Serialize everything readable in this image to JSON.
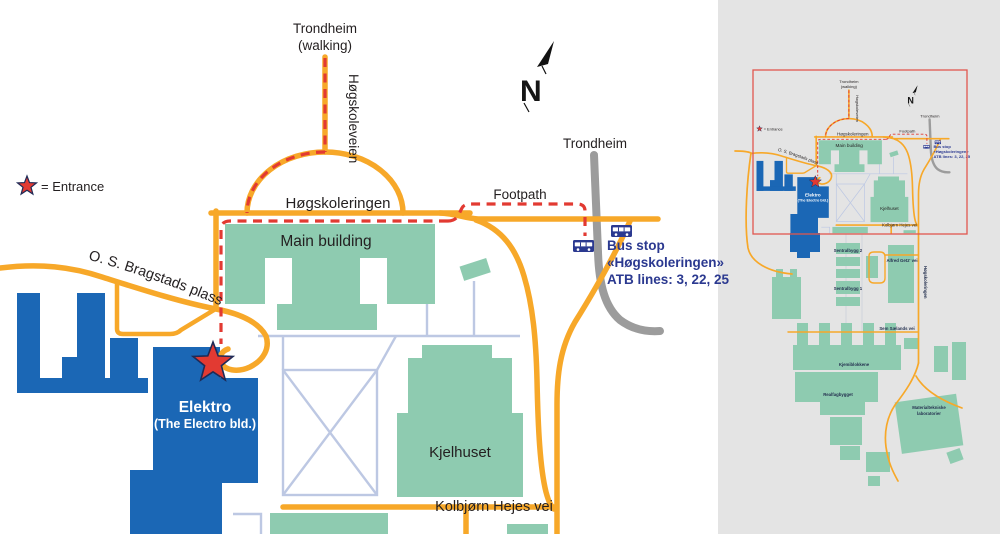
{
  "palette": {
    "building_green": "#8ECBB0",
    "building_blue": "#1B67B5",
    "road_orange": "#F7A829",
    "route_red": "#E23A32",
    "road_gray": "#9C9C9C",
    "path_blue": "#BDC8E3",
    "bus_navy": "#2B3990",
    "sidebar_gray": "#E4E4E4",
    "label_dark": "#231F20",
    "viewport_red": "#E0574F"
  },
  "main_map": {
    "labels": {
      "trondheim_walking_1": "Trondheim",
      "trondheim_walking_2": "(walking)",
      "hogskoleveien": "Høgskoleveien",
      "trondheim_east": "Trondheim",
      "footpath": "Footpath",
      "hogskoleringen": "Høgskoleringen",
      "main_building": "Main building",
      "os_bragstads_plass": "O. S. Bragstads plass",
      "elektro_title": "Elektro",
      "elektro_subtitle": "(The Electro bld.)",
      "kjelhuset": "Kjelhuset",
      "kolbjorn_hejes_vei": "Kolbjørn Hejes vei",
      "compass_n": "N"
    },
    "legend": {
      "entrance": "= Entrance"
    },
    "bus_stop": {
      "line1": "Bus stop",
      "line2": "«Høgskoleringen»",
      "line3": "ATB lines: 3, 22, 25"
    }
  },
  "minimap": {
    "labels": {
      "sentralbygg_2": "Sentralbygg 2",
      "sentralbygg_1": "Sentralbygg 1",
      "alfred_getz_vei": "Alfred Getz' vei",
      "hogskoleringen_east": "Høgskoleringen",
      "sem_salands_vei": "Sem Sælands vei",
      "kjemiblokkene": "Kjemiblokkene",
      "realfagbygget": "Realfagbygget",
      "materialtekniske_1": "Materialtekniske",
      "materialtekniske_2": "laboratorier"
    }
  }
}
